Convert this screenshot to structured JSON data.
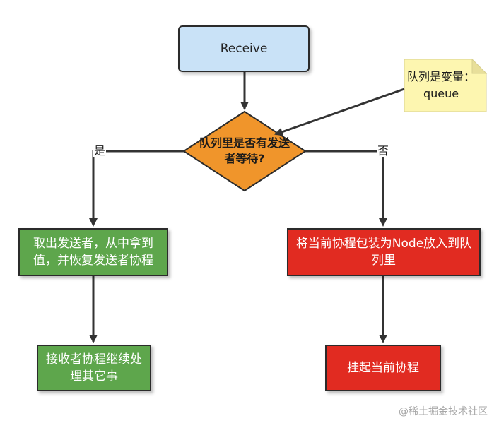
{
  "flowchart": {
    "start": "Receive",
    "decision": "队列里是否有发送者等待?",
    "branch_yes": "是",
    "branch_no": "否",
    "yes_step1": "取出发送者，从中拿到值，并恢复发送者协程",
    "yes_step2": "接收者协程继续处理其它事",
    "no_step1": "将当前协程包装为Node放入到队列里",
    "no_step2": "挂起当前协程",
    "note": "队列是变量：queue"
  },
  "watermark": "@稀土掘金技术社区",
  "colors": {
    "start_fill": "#c9e2f7",
    "decision_fill": "#f0952b",
    "yes_fill": "#5ea64c",
    "no_fill": "#e12b21",
    "note_fill": "#fdf6b0"
  }
}
